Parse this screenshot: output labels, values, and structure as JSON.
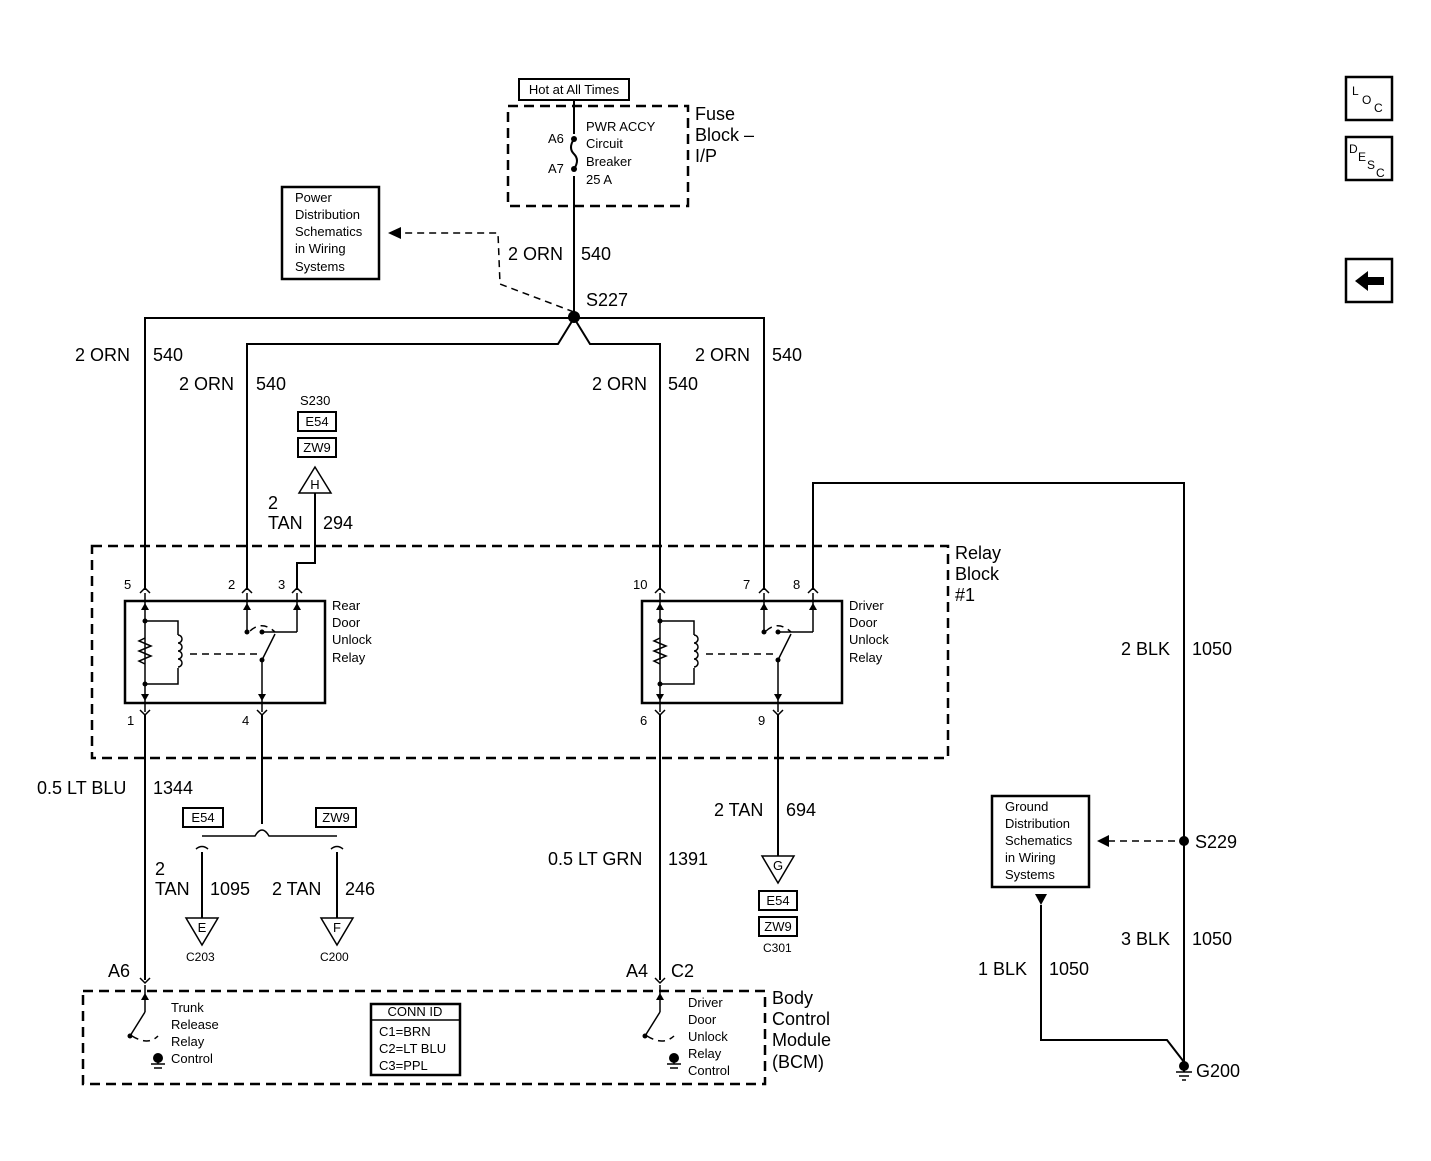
{
  "nav": {
    "loc": {
      "main": "L",
      "sub": "O",
      "sub2": "C"
    },
    "desc": {
      "main": "D",
      "sub": "E",
      "sub2": "S",
      "sub3": "C"
    },
    "back_icon": "left-arrow-icon"
  },
  "fuse": {
    "hot_label": "Hot at All Times",
    "block_name": [
      "Fuse",
      "Block –",
      "I/P"
    ],
    "pin_top": "A6",
    "pin_bottom": "A7",
    "breaker": [
      "PWR ACCY",
      "Circuit",
      "Breaker",
      "25 A"
    ]
  },
  "power_ref": [
    "Power",
    "Distribution",
    "Schematics",
    "in Wiring",
    "Systems"
  ],
  "splice_s227": "S227",
  "wires": {
    "main_size": "2 ORN",
    "main_circuit": "540",
    "tan294_size_a": "2",
    "tan294_size_b": "TAN",
    "tan294_circuit": "294",
    "ltblu_size": "0.5 LT BLU",
    "ltblu_circuit": "1344",
    "tan1095_size_a": "2",
    "tan1095_size_b": "TAN",
    "tan1095_circuit": "1095",
    "tan246_size": "2 TAN",
    "tan246_circuit": "246",
    "ltgrn_size": "0.5 LT GRN",
    "ltgrn_circuit": "1391",
    "tan694_size": "2 TAN",
    "tan694_circuit": "694",
    "blk2_size": "2 BLK",
    "blk_circuit": "1050",
    "blk3_size": "3 BLK",
    "blk1_size": "1 BLK"
  },
  "s230": {
    "splice": "S230",
    "opt1": "E54",
    "opt2": "ZW9",
    "conn": "H"
  },
  "relay_block": {
    "name": [
      "Relay",
      "Block",
      "#1"
    ],
    "rear_relay": [
      "Rear",
      "Door",
      "Unlock",
      "Relay"
    ],
    "driver_relay": [
      "Driver",
      "Door",
      "Unlock",
      "Relay"
    ],
    "pins": {
      "p5": "5",
      "p2": "2",
      "p3": "3",
      "p1": "1",
      "p4": "4",
      "p10": "10",
      "p7": "7",
      "p8": "8",
      "p6": "6",
      "p9": "9"
    }
  },
  "option_branch": {
    "opt_left": "E54",
    "opt_right": "ZW9",
    "conn_e": "E",
    "conn_e_id": "C203",
    "conn_f": "F",
    "conn_f_id": "C200"
  },
  "c301": {
    "conn": "G",
    "opt1": "E54",
    "opt2": "ZW9",
    "id": "C301"
  },
  "ground_ref": [
    "Ground",
    "Distribution",
    "Schematics",
    "in Wiring",
    "Systems"
  ],
  "splice_s229": "S229",
  "ground_g200": "G200",
  "bcm": {
    "name": [
      "Body",
      "Control",
      "Module",
      "(BCM)"
    ],
    "pin_a6": "A6",
    "pin_a4": "A4",
    "pin_c2": "C2",
    "trunk": [
      "Trunk",
      "Release",
      "Relay",
      "Control"
    ],
    "driver": [
      "Driver",
      "Door",
      "Unlock",
      "Relay",
      "Control"
    ],
    "conn_id": {
      "title": "CONN ID",
      "c1": "C1=BRN",
      "c2": "C2=LT BLU",
      "c3": "C3=PPL"
    }
  }
}
